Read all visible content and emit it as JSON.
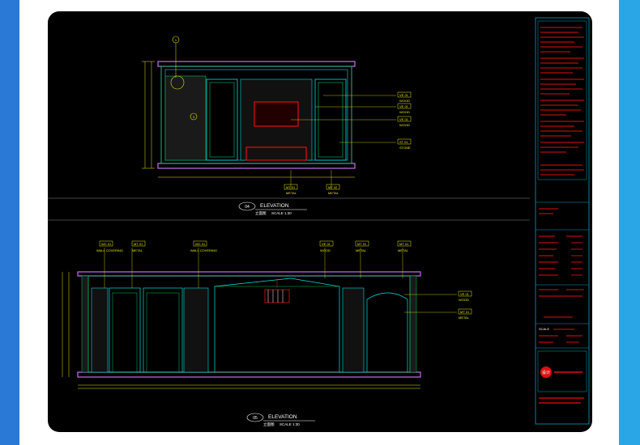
{
  "elevation_top": {
    "callout_number": "04",
    "title": "ELEVATION",
    "subtitle": "立面图",
    "scale": "SCALE 1:30",
    "detail_mark_1": "1",
    "detail_mark_2": "3",
    "material_tags": [
      {
        "code": "VE 01",
        "label": "WOOD"
      },
      {
        "code": "VE 01",
        "label": "WOOD"
      },
      {
        "code": "VE 01",
        "label": "WOOD"
      },
      {
        "code": "ST 01",
        "label": "STONE"
      },
      {
        "code": "MT 01",
        "label": "METAL"
      },
      {
        "code": "MT 02",
        "label": "METAL"
      }
    ]
  },
  "elevation_bottom": {
    "callout_number": "05",
    "title": "ELEVATION",
    "subtitle": "立面图",
    "scale": "SCALE 1:30",
    "material_tags": [
      {
        "code": "WC 01",
        "label": "WALL COVERING"
      },
      {
        "code": "MT 01",
        "label": "METAL"
      },
      {
        "code": "WC 01",
        "label": "WALL COVERING"
      },
      {
        "code": "VE 01",
        "label": "WOOD"
      },
      {
        "code": "MT 01",
        "label": "METAL"
      },
      {
        "code": "MT 01",
        "label": "METAL"
      },
      {
        "code": "VE 01",
        "label": "WOOD"
      },
      {
        "code": "MT 01",
        "label": "METAL"
      }
    ]
  },
  "title_block": {
    "scale_label": "SCALE",
    "logo_text": "设计"
  },
  "colors": {
    "background": "#000000",
    "line_yellow": "#e8e800",
    "line_cyan": "#00e0e0",
    "line_green": "#00c060",
    "line_magenta": "#c070f0",
    "note_red": "#e01010",
    "page_left": "#2a79d6",
    "page_right": "#2aa6e6"
  }
}
